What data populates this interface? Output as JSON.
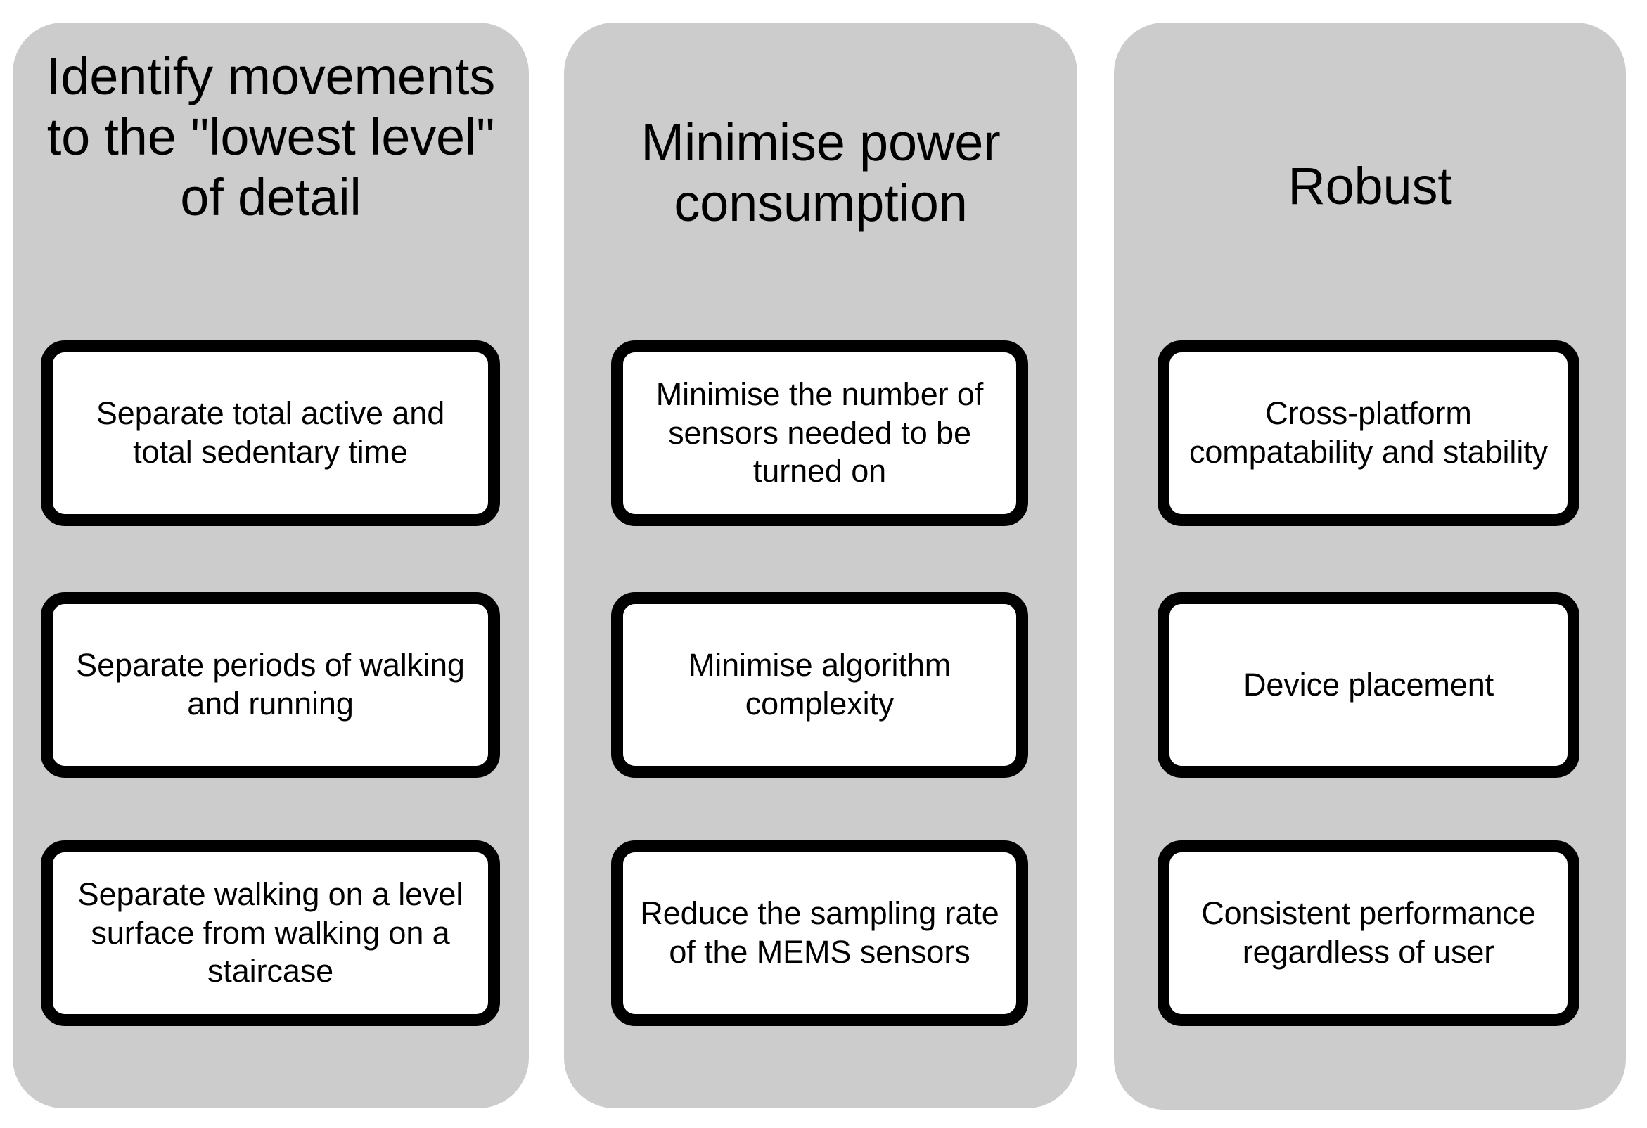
{
  "diagram": {
    "type": "three-column-requirements-grouping",
    "background_color": "#FFFFFF",
    "panel_color": "#CCCCCC",
    "card_background_color": "#FFFFFF",
    "card_border_color": "#000000",
    "text_color": "#000000",
    "columns": [
      {
        "heading": "Identify movements to the \"lowest level\" of detail",
        "cards": [
          {
            "text": "Separate total active and total sedentary time"
          },
          {
            "text": "Separate periods of walking and running"
          },
          {
            "text": "Separate walking on a level surface from walking on a staircase"
          }
        ]
      },
      {
        "heading": "Minimise power consumption",
        "cards": [
          {
            "text": "Minimise the number of sensors needed to be turned on"
          },
          {
            "text": "Minimise algorithm complexity"
          },
          {
            "text": "Reduce the sampling rate of the MEMS sensors"
          }
        ]
      },
      {
        "heading": "Robust",
        "cards": [
          {
            "text": "Cross-platform compatability and stability"
          },
          {
            "text": "Device placement"
          },
          {
            "text": "Consistent performance regardless of user"
          }
        ]
      }
    ]
  }
}
